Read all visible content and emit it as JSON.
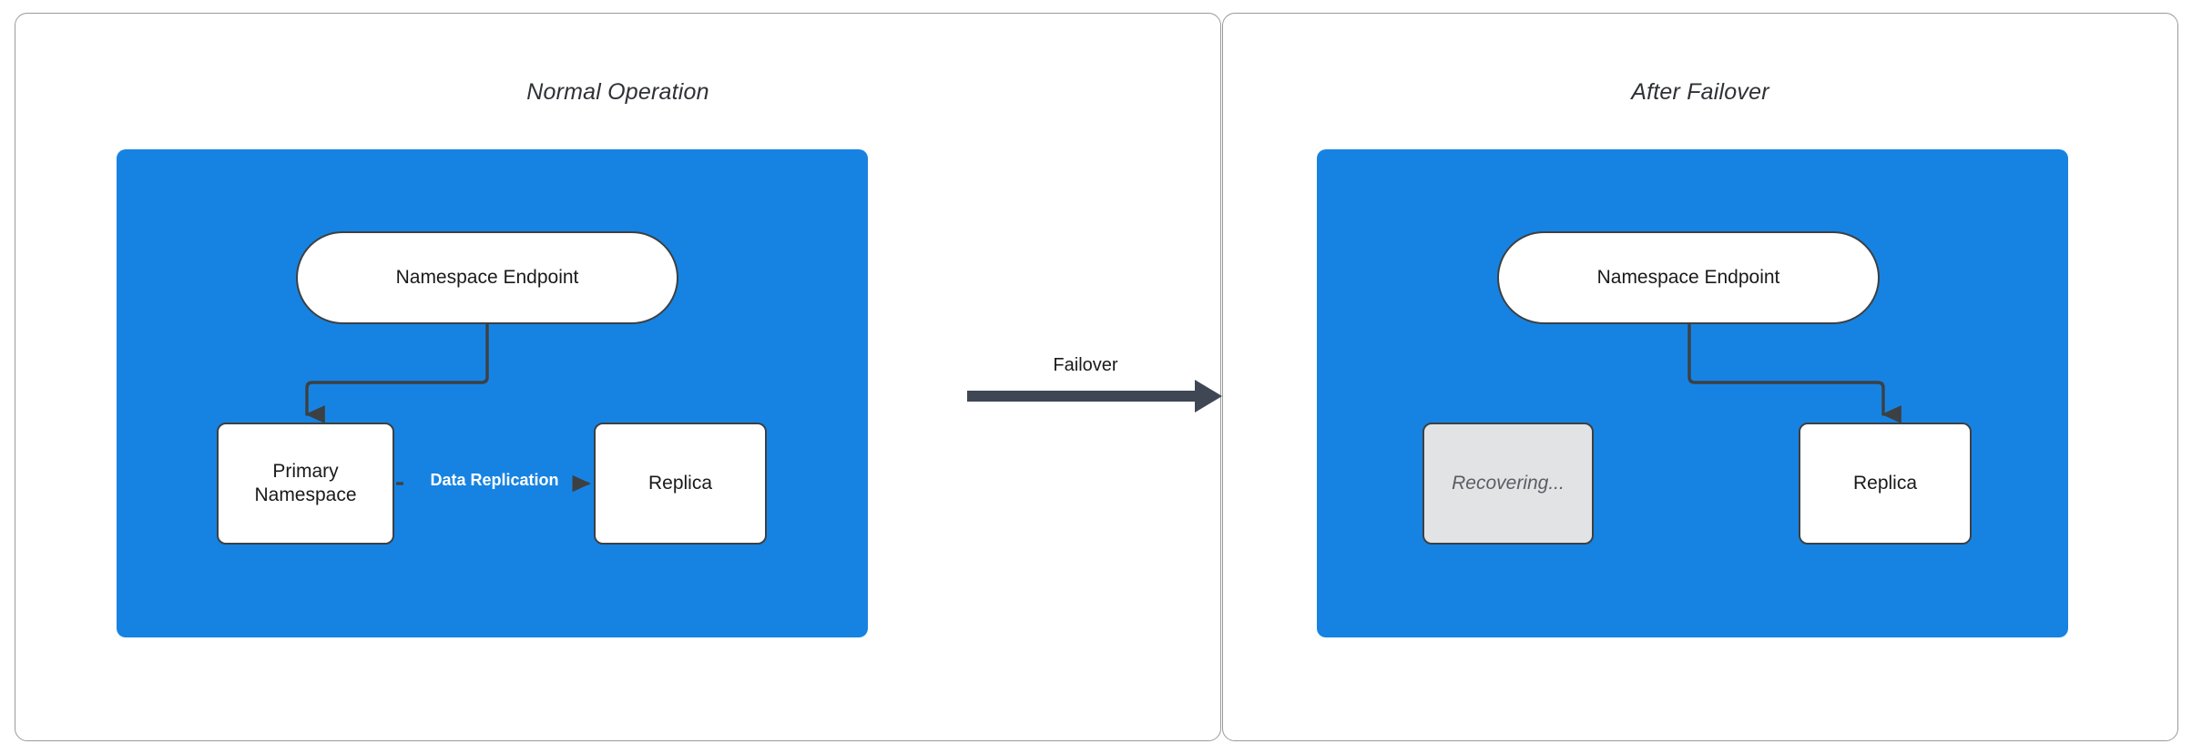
{
  "diagram": {
    "title_left": "Normal Operation",
    "title_right": "After Failover",
    "accent_blue": "#1683e2",
    "stroke_dark": "#3c4043",
    "muted_fill": "#e2e3e5",
    "panel_border": "#9a9a9a",
    "canvas_bg": "#ffffff"
  },
  "left_panel": {
    "title": "Normal Operation",
    "nodes": {
      "endpoint": "Namespace Endpoint",
      "primary": "Primary\nNamespace",
      "replica": "Replica"
    },
    "edges": {
      "endpoint_to_primary": "",
      "replication": "Data Replication"
    }
  },
  "right_panel": {
    "title": "After Failover",
    "nodes": {
      "endpoint": "Namespace Endpoint",
      "recovering": "Recovering...",
      "replica": "Replica"
    },
    "edges": {
      "endpoint_to_replica": ""
    }
  },
  "transition": {
    "label": "Failover"
  }
}
